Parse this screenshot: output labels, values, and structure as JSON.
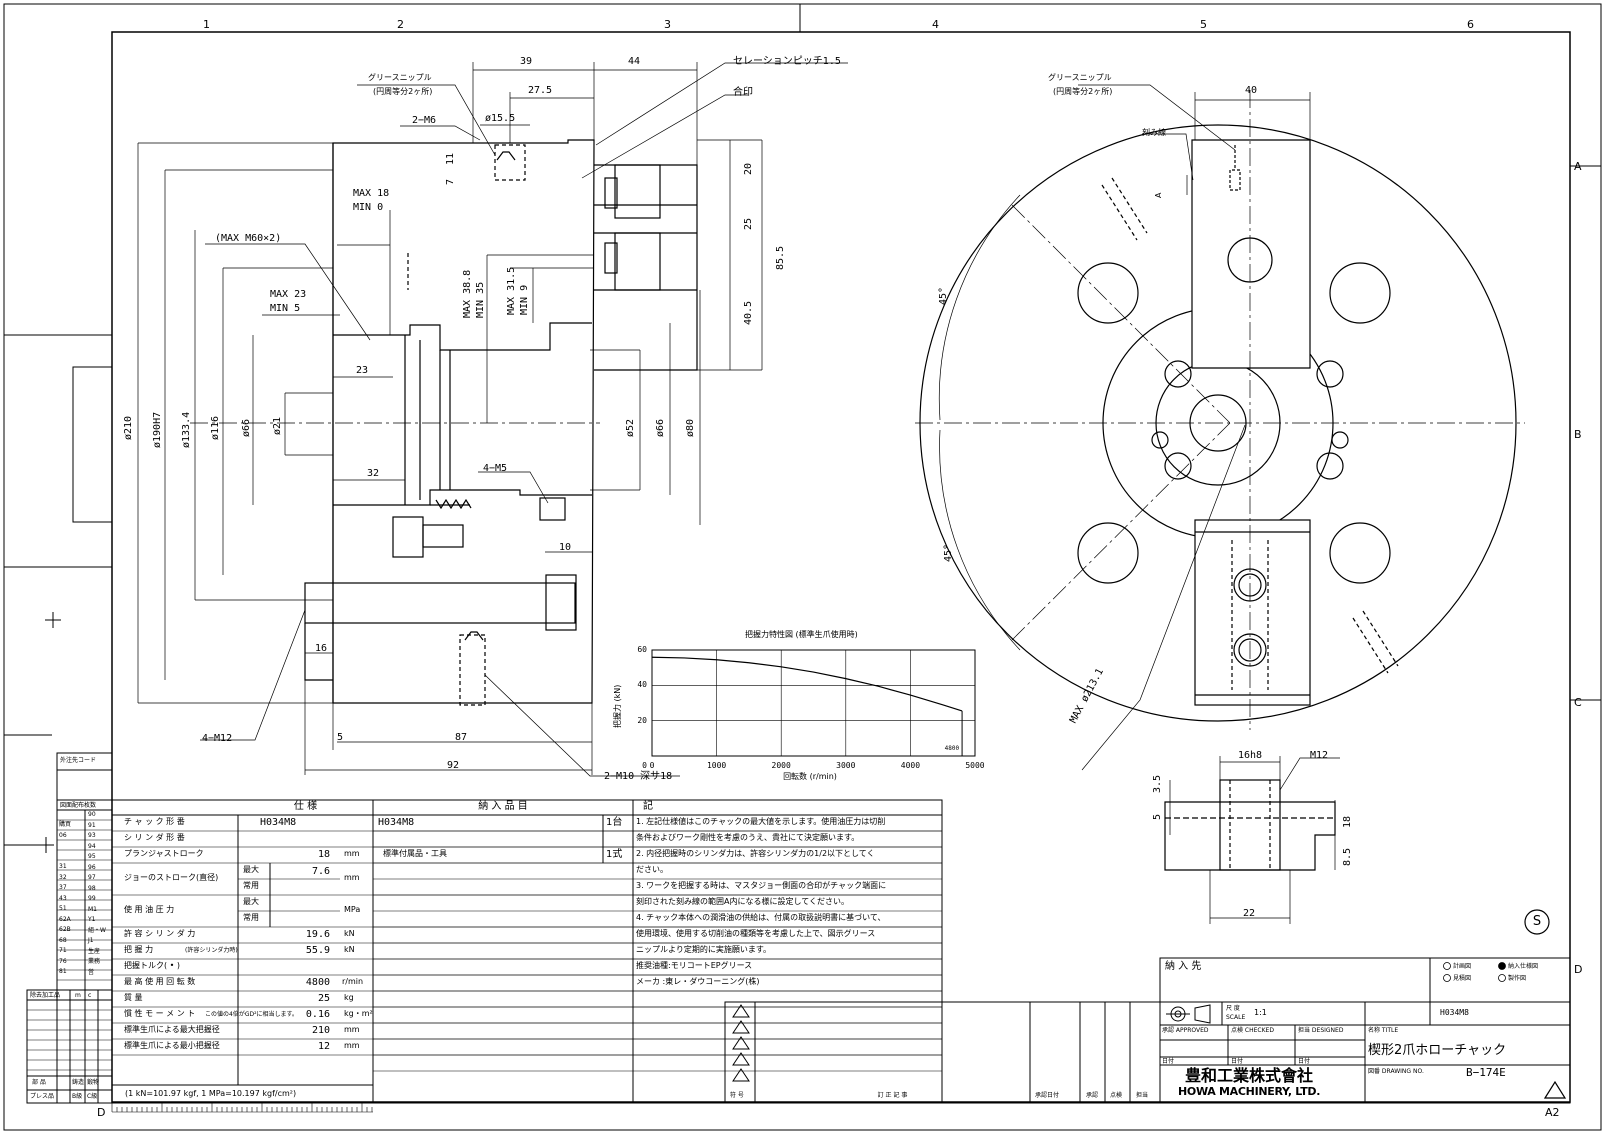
{
  "border": {
    "cols": [
      "1",
      "2",
      "3",
      "4",
      "5",
      "6"
    ],
    "rows": [
      "A",
      "B",
      "C",
      "D"
    ],
    "bottom_left_letter": "D",
    "sheet_size": "A2",
    "circle_mark": "S"
  },
  "left_view": {
    "notes": {
      "grease_nipple": "グリースニップル",
      "grease_nipple_sub": "(円周等分2ヶ所)",
      "two_m6": "2−M6",
      "serration": "セレーションピッチ1.5",
      "match_mark": "合印",
      "max_thread": "(MAX M60×2)",
      "four_m5": "4−M5",
      "four_m12": "4−M12",
      "two_m10": "2−M10 深サ18"
    },
    "dims": {
      "d39": "39",
      "d44": "44",
      "d27_5": "27.5",
      "d15_5": "ø15.5",
      "d11": "11",
      "d7": "7",
      "max18": "MAX 18",
      "min0": "MIN  0",
      "max23": "MAX 23",
      "min5": "MIN  5",
      "max38_8": "MAX 38.8",
      "min35": "MIN 35",
      "max31_5": "MAX 31.5",
      "min9": "MIN  9",
      "d20": "20",
      "d25": "25",
      "d40_5": "40.5",
      "d85_5": "85.5",
      "d23": "23",
      "d32": "32",
      "d10": "10",
      "d16": "16",
      "d5": "5",
      "d87": "87",
      "d92": "92",
      "phi210": "ø210",
      "phi190": "ø190H7",
      "phi133": "ø133.4",
      "phi116": "ø116",
      "phi66a": "ø66",
      "phi21": "ø21",
      "phi52": "ø52",
      "phi66b": "ø66",
      "phi80": "ø80"
    }
  },
  "right_view": {
    "grease_nipple": "グリースニップル",
    "grease_nipple_sub": "(円周等分2ヶ所)",
    "scribe_line": "刻み線",
    "a_label": "A",
    "d40": "40",
    "angle1": "45°",
    "angle2": "45°",
    "max_dia": "MAX ø213.1"
  },
  "detail_view": {
    "d16h8": "16h8",
    "m12": "M12",
    "d3_5": "3.5",
    "d5": "5",
    "d18": "18",
    "d8_5": "8.5",
    "d22": "22"
  },
  "chart_data": {
    "type": "line",
    "title": "把握力特性図 (標準生爪使用時)",
    "xlabel": "回転数 (r/min)",
    "ylabel": "把握力 (kN)",
    "xlim": [
      0,
      5000
    ],
    "ylim": [
      0,
      60
    ],
    "x_ticks": [
      0,
      1000,
      2000,
      3000,
      4000,
      5000
    ],
    "y_ticks": [
      20,
      40,
      60
    ],
    "x": [
      0,
      500,
      1000,
      1500,
      2000,
      2500,
      3000,
      3500,
      4000,
      4500,
      4800
    ],
    "y": [
      55.9,
      55.5,
      54.5,
      52.8,
      50.5,
      47.5,
      43.8,
      39.5,
      34.5,
      29,
      25.5
    ],
    "annotation": "4800",
    "grid": true
  },
  "spec_table": {
    "header": "仕      様",
    "rows": [
      {
        "label": "チ ャ ッ ク 形 番",
        "value": "H034M8",
        "unit": ""
      },
      {
        "label": "シ リ ン ダ 形 番",
        "value": "",
        "unit": ""
      },
      {
        "label": "プランジャストローク",
        "value": "18",
        "unit": "mm"
      },
      {
        "label": "ジョーのストローク(直径)",
        "sub1": "最大",
        "value": "7.6",
        "sub2": "常用",
        "unit": "mm"
      },
      {
        "label": "使  用  油  圧  力",
        "sub1": "最大",
        "value": "",
        "sub2": "常用",
        "unit": "MPa"
      },
      {
        "label": "許 容 シ リ ン ダ 力",
        "value": "19.6",
        "unit": "kN"
      },
      {
        "label": "把  握  力",
        "label_sub": "(許容シリンダ力時)",
        "value": "55.9",
        "unit": "kN"
      },
      {
        "label": "把握トルク(   •   )",
        "value": "",
        "unit": ""
      },
      {
        "label": "最 高 使 用 回 転 数",
        "value": "4800",
        "unit": "r/min"
      },
      {
        "label": "質                量",
        "value": "25",
        "unit": "kg"
      },
      {
        "label": "慣 性 モ ー メ ン ト",
        "label_sub": "この値の4倍がGD²に相当します。",
        "value": "0.16",
        "unit": "kg・m²"
      },
      {
        "label": "標準生爪による最大把握径",
        "value": "210",
        "unit": "mm"
      },
      {
        "label": "標準生爪による最小把握径",
        "value": "12",
        "unit": "mm"
      }
    ],
    "footnote": "(1 kN=101.97 kgf, 1 MPa=10.197 kgf/cm²)"
  },
  "delivery_table": {
    "header": "納  入  品  目",
    "rows": [
      {
        "item": "H034M8",
        "qty": "1台"
      },
      {
        "item": "標準付属品・工具",
        "qty": "1式"
      }
    ]
  },
  "notes_table": {
    "header": "記",
    "lines": [
      "1. 左記仕様値はこのチャックの最大値を示します。使用油圧力は切削",
      "   条件およびワーク剛性を考慮のうえ、貴社にて決定願います。",
      "2. 内径把握時のシリンダ力は、許容シリンダ力の1/2以下としてく",
      "   ださい。",
      "3. ワークを把握する時は、マスタジョー側面の合印がチャック端面に",
      "   刻印された刻み線の範囲A内になる様に設定してください。",
      "4. チャック本体への潤滑油の供給は、付属の取扱説明書に基づいて、",
      "   使用環境、使用する切削油の種類等を考慮した上で、図示グリース",
      "   ニップルより定期的に実施願います。",
      "   推奨油種:モリコートEPグリース",
      "   メーカ  :東レ・ダウコーニング(株)"
    ]
  },
  "left_strip": {
    "outsource_code": "外注先コード",
    "distribution": "図面配布枚数",
    "codes": [
      "90",
      "91",
      "93",
      "94",
      "95",
      "96",
      "97",
      "98",
      "99",
      "M1",
      "Y1",
      "組・W",
      "J1",
      "生産",
      "業務",
      "営"
    ],
    "left_codes": [
      "購買",
      "06",
      "",
      "",
      "31",
      "32",
      "37",
      "43",
      "51",
      "62A",
      "62B",
      "68",
      "71",
      "76",
      "81"
    ],
    "process_header": "除去加工品",
    "process_cols": [
      "m",
      "c"
    ],
    "bottom_labels": [
      "部  品",
      "プレス品",
      "鋳造",
      "鍛物",
      "B級",
      "C級"
    ]
  },
  "revision_table": {
    "cols": [
      "符 号",
      "訂    正    記    事",
      "承認日付",
      "承認",
      "点検",
      "担当"
    ]
  },
  "title_block": {
    "delivery_to": "納 入 先",
    "checkboxes": [
      "計画図",
      "納入仕様図",
      "見積図",
      "製作図"
    ],
    "scale_label": "尺 度",
    "scale_en": "SCALE",
    "scale_value": "1:1",
    "part_code": "H034M8",
    "approved": "承認 APPROVED",
    "checked": "点検 CHECKED",
    "designed": "担当 DESIGNED",
    "date_label": "日付",
    "name_label": "名称 TITLE",
    "title": "楔形2爪ホローチャック",
    "drawing_no_label": "図番 DRAWING NO.",
    "drawing_no": "B−174E",
    "company_jp": "豊和工業株式會社",
    "company_en": "HOWA  MACHINERY,  LTD."
  }
}
